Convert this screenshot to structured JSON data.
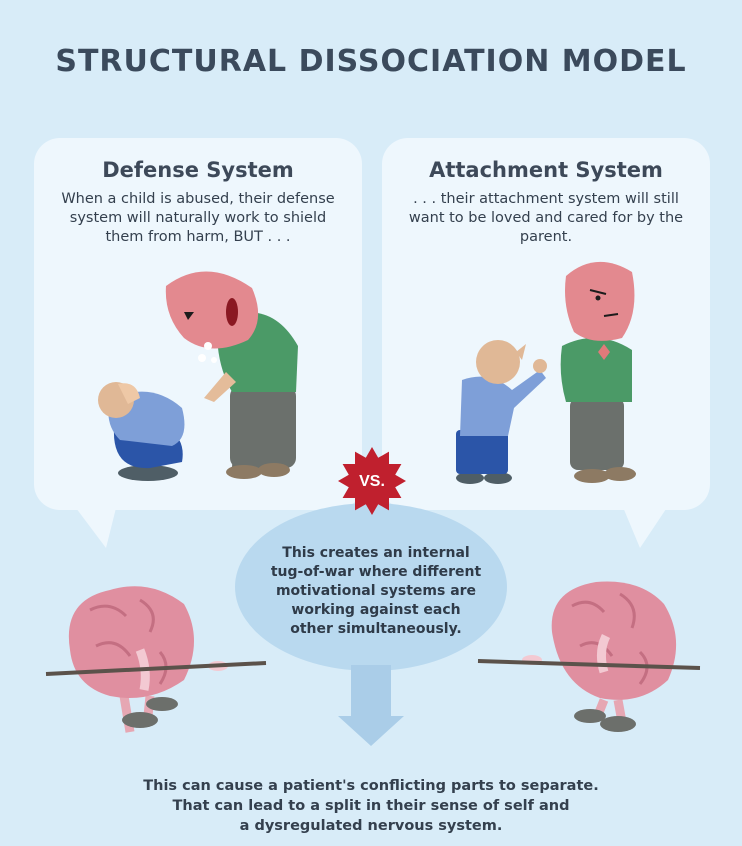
{
  "title": "STRUCTURAL DISSOCIATION MODEL",
  "panels": [
    {
      "heading": "Defense System",
      "body_lines": [
        "When a child is abused, their defense",
        "system will naturally work to shield",
        "them from harm, BUT . . ."
      ]
    },
    {
      "heading": "Attachment System",
      "body_lines": [
        ". . . their attachment system will still",
        "want to be loved and cared for by the",
        "parent."
      ]
    }
  ],
  "vs_badge": "VS.",
  "center_text_lines": [
    "This creates an internal",
    "tug-of-war where different",
    "motivational systems are",
    "working against each",
    "other simultaneously."
  ],
  "footer_lines": [
    "This can cause a patient's conflicting parts to separate.",
    "That can lead to a split in their sense of self and",
    "a dysregulated nervous system."
  ],
  "colors": {
    "background": "#d8ecf8",
    "panel": "#eef7fd",
    "title": "#3b4a5c",
    "brain": "#e08fa0",
    "badge": "#c0202e",
    "bubble": "#b9d9ef",
    "arrow": "#aacde8"
  }
}
